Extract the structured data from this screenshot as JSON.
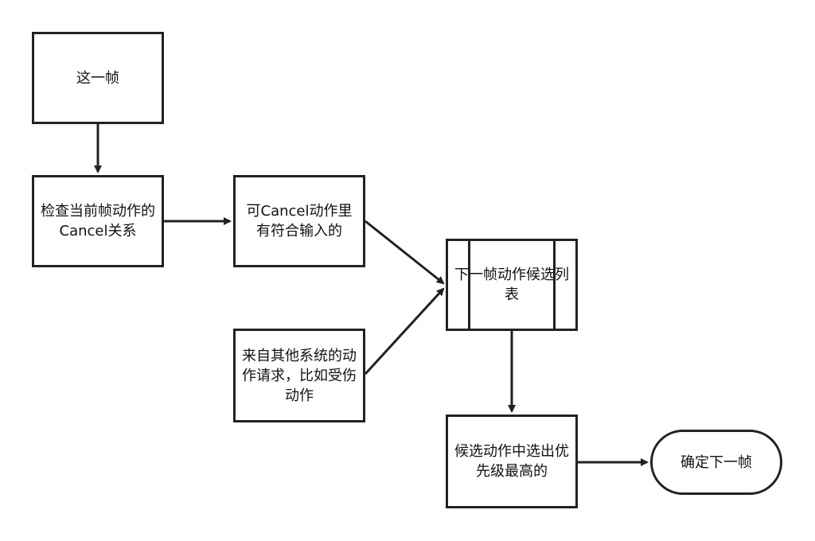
{
  "nodes": {
    "this_frame": "这一帧",
    "check_cancel": "检查当前帧动作的Cancel关系",
    "cancelable_input": "可Cancel动作里有符合输入的",
    "other_systems": "来自其他系统的动作请求，比如受伤动作",
    "next_candidates": "下一帧动作候选列表",
    "select_highest": "候选动作中选出优先级最高的",
    "confirm_next": "确定下一帧"
  },
  "colors": {
    "stroke": "#222222",
    "fill": "#ffffff",
    "text": "#111111"
  }
}
